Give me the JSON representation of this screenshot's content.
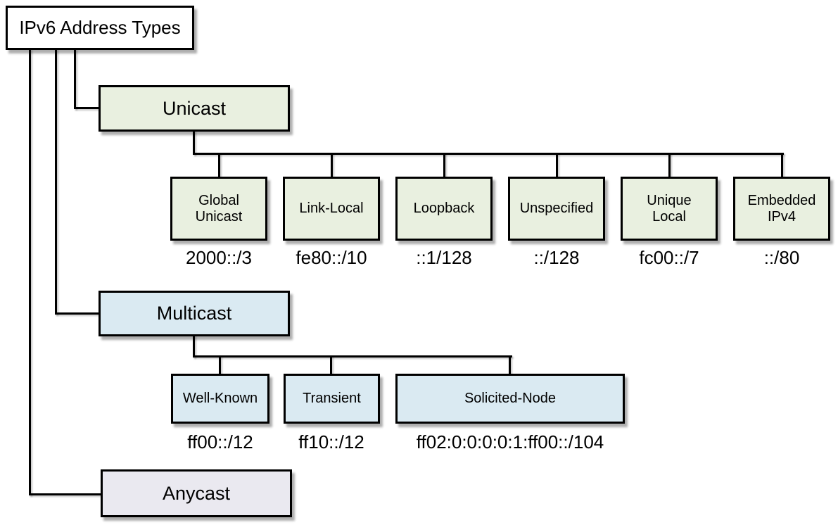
{
  "root": {
    "label": "IPv6 Address Types"
  },
  "branches": {
    "unicast": {
      "label": "Unicast",
      "fill": "#e9f0e0",
      "children": [
        {
          "label": "Global Unicast",
          "address": "2000::/3"
        },
        {
          "label": "Link-Local",
          "address": "fe80::/10"
        },
        {
          "label": "Loopback",
          "address": "::1/128"
        },
        {
          "label": "Unspecified",
          "address": "::/128"
        },
        {
          "label": "Unique Local",
          "address": "fc00::/7"
        },
        {
          "label": "Embedded IPv4",
          "address": "::/80"
        }
      ]
    },
    "multicast": {
      "label": "Multicast",
      "fill": "#daeaf2",
      "children": [
        {
          "label": "Well-Known",
          "address": "ff00::/12"
        },
        {
          "label": "Transient",
          "address": "ff10::/12"
        },
        {
          "label": "Solicited-Node",
          "address": "ff02:0:0:0:0:1:ff00::/104"
        }
      ]
    },
    "anycast": {
      "label": "Anycast",
      "fill": "#eae9f0",
      "children": []
    }
  },
  "colors": {
    "line": "#000000",
    "node_border": "#000000",
    "root_fill": "#ffffff"
  }
}
